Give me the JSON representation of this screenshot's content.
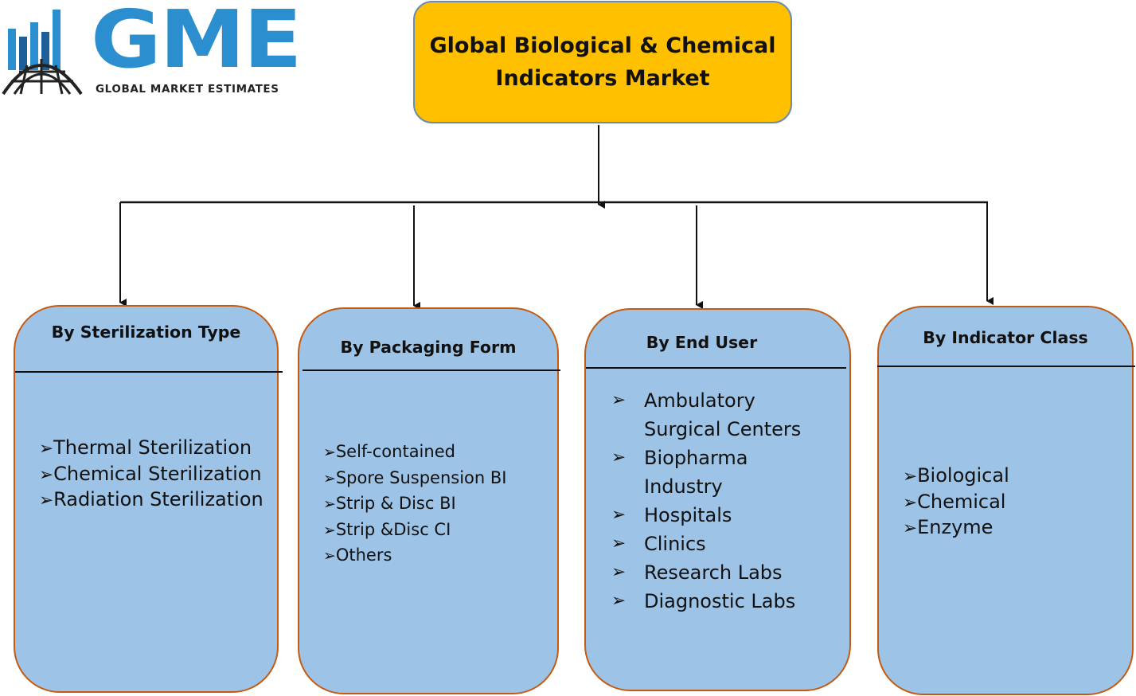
{
  "logo": {
    "wordmark": "GME",
    "tagline": "GLOBAL MARKET ESTIMATES"
  },
  "root": {
    "title": "Global Biological & Chemical Indicators Market"
  },
  "segments": [
    {
      "title": "By Sterilization Type",
      "items": [
        "Thermal Sterilization",
        "Chemical Sterilization",
        "Radiation Sterilization"
      ]
    },
    {
      "title": "By Packaging Form",
      "items": [
        "Self-contained",
        "Spore Suspension BI",
        "Strip & Disc BI",
        "Strip &Disc CI",
        "Others"
      ]
    },
    {
      "title": "By End User",
      "items": [
        "Ambulatory Surgical  Centers",
        "Biopharma Industry",
        "Hospitals",
        "Clinics",
        "Research Labs",
        "Diagnostic Labs"
      ]
    },
    {
      "title": "By Indicator Class",
      "items": [
        "Biological",
        "Chemical",
        "Enzyme"
      ]
    }
  ],
  "colors": {
    "root_fill": "#ffc000",
    "segment_fill": "#9dc3e6",
    "segment_border": "#c55a11",
    "logo_blue": "#2b8fcf"
  },
  "bullet_icon": "arrow-bullet-icon"
}
